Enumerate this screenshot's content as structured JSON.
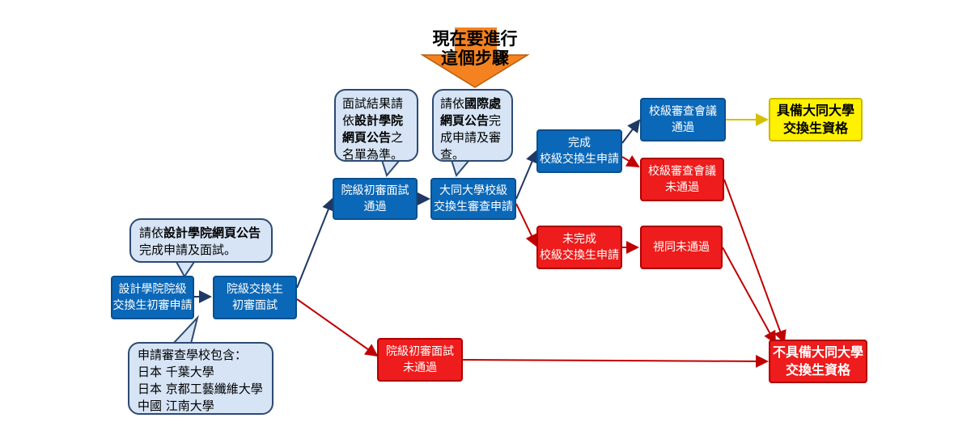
{
  "banner": {
    "line1": "現在要進行",
    "line2": "這個步驟"
  },
  "nodes": {
    "design_apply": "設計學院院級\n交換生初審申請",
    "college_interview": "院級交換生\n初審面試",
    "college_pass": "院級初審面試\n通過",
    "college_fail": "院級初審面試\n未通過",
    "tatung_review": "大同大學校級\n交換生審查申請",
    "complete": "完成\n校級交換生申請",
    "incomplete": "未完成\n校級交換生申請",
    "school_pass": "校級審查會議\n通過",
    "school_fail": "校級審查會議\n未通過",
    "deemed_fail": "視同未通過",
    "qualified": "具備大同大學\n交換生資格",
    "not_qualified": "不具備大同大學\n交換生資格"
  },
  "callouts": {
    "design": {
      "pre": "請依",
      "bold": "設計學院網頁公告",
      "post": "完成申請及面試。"
    },
    "schools": {
      "title": "申請審查學校包含：",
      "lines": [
        "日本 千葉大學",
        "日本 京都工藝纖維大學",
        "中國 江南大學"
      ]
    },
    "interview": {
      "pre": "面試結果請依",
      "bold": "設計學院網頁公告",
      "post": "之名單為準。"
    },
    "intl": {
      "pre": "請依",
      "bold": "國際處網頁公告",
      "post": "完成申請及審查。"
    }
  },
  "colors": {
    "blue": "#0b68b8",
    "red": "#ee1c1c",
    "yellow": "#fff200",
    "orange": "#f58220",
    "navy_line": "#1f3864",
    "red_line": "#c00000",
    "yellow_line": "#d4c000"
  }
}
